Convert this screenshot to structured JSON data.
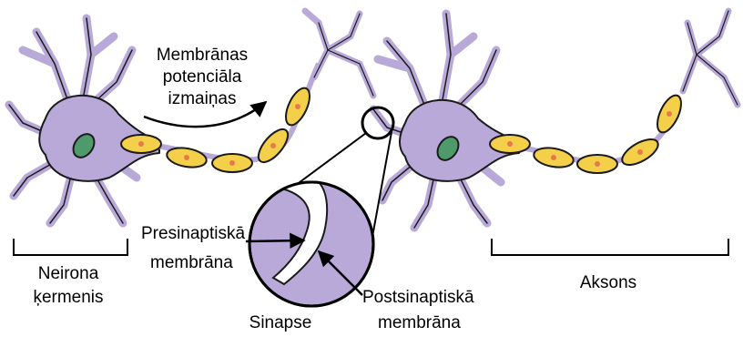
{
  "labels": {
    "membrane_change_line1": "Membrānas",
    "membrane_change_line2": "potenciāla",
    "membrane_change_line3": "izmaiņas",
    "presynaptic_line1": "Presinaptiskā",
    "presynaptic_line2": "membrāna",
    "postsynaptic_line1": "Postsinaptiskā",
    "postsynaptic_line2": "membrāna",
    "synapse": "Sinapse",
    "cell_body_line1": "Neirona",
    "cell_body_line2": "ķermenis",
    "axon": "Aksons"
  },
  "colors": {
    "neuron_body": "#b9a9d9",
    "neuron_outline": "#1a1a1a",
    "nucleus": "#4e9a6a",
    "myelin": "#f3cf4a",
    "myelin_dot": "#e87a4a",
    "synapse_fill": "#b9a9d9",
    "background": "#ffffff"
  }
}
